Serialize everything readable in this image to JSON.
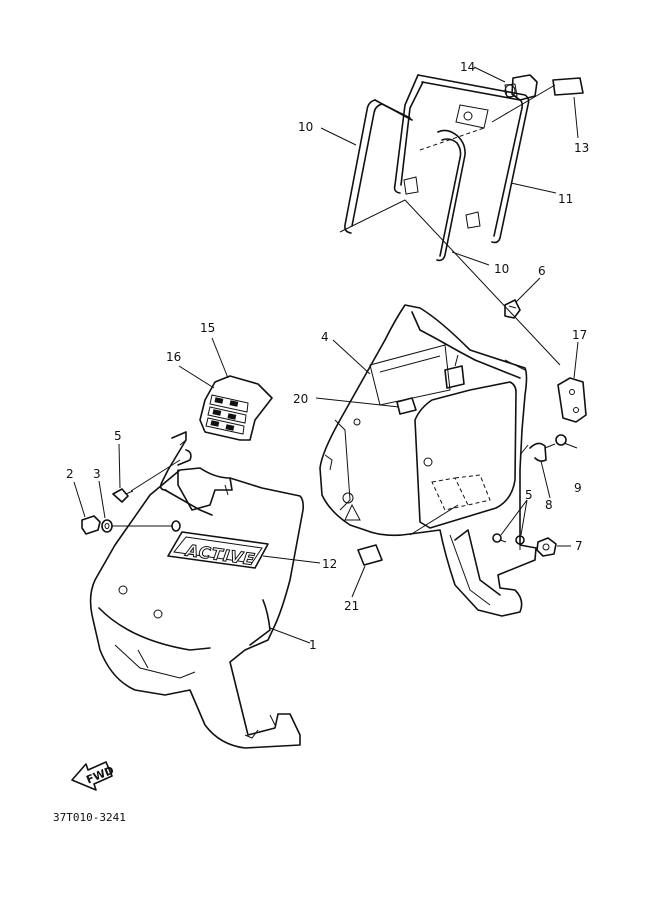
{
  "diagram": {
    "drawing_code": "37T010-3241",
    "fwd_arrow_text": "FWD",
    "emblem_text": "ACTIVE",
    "part_labels": [
      "1",
      "2",
      "3",
      "4",
      "5",
      "5",
      "6",
      "7",
      "8",
      "9",
      "10",
      "10",
      "11",
      "12",
      "13",
      "14",
      "15",
      "16",
      "17",
      "20",
      "21"
    ]
  }
}
